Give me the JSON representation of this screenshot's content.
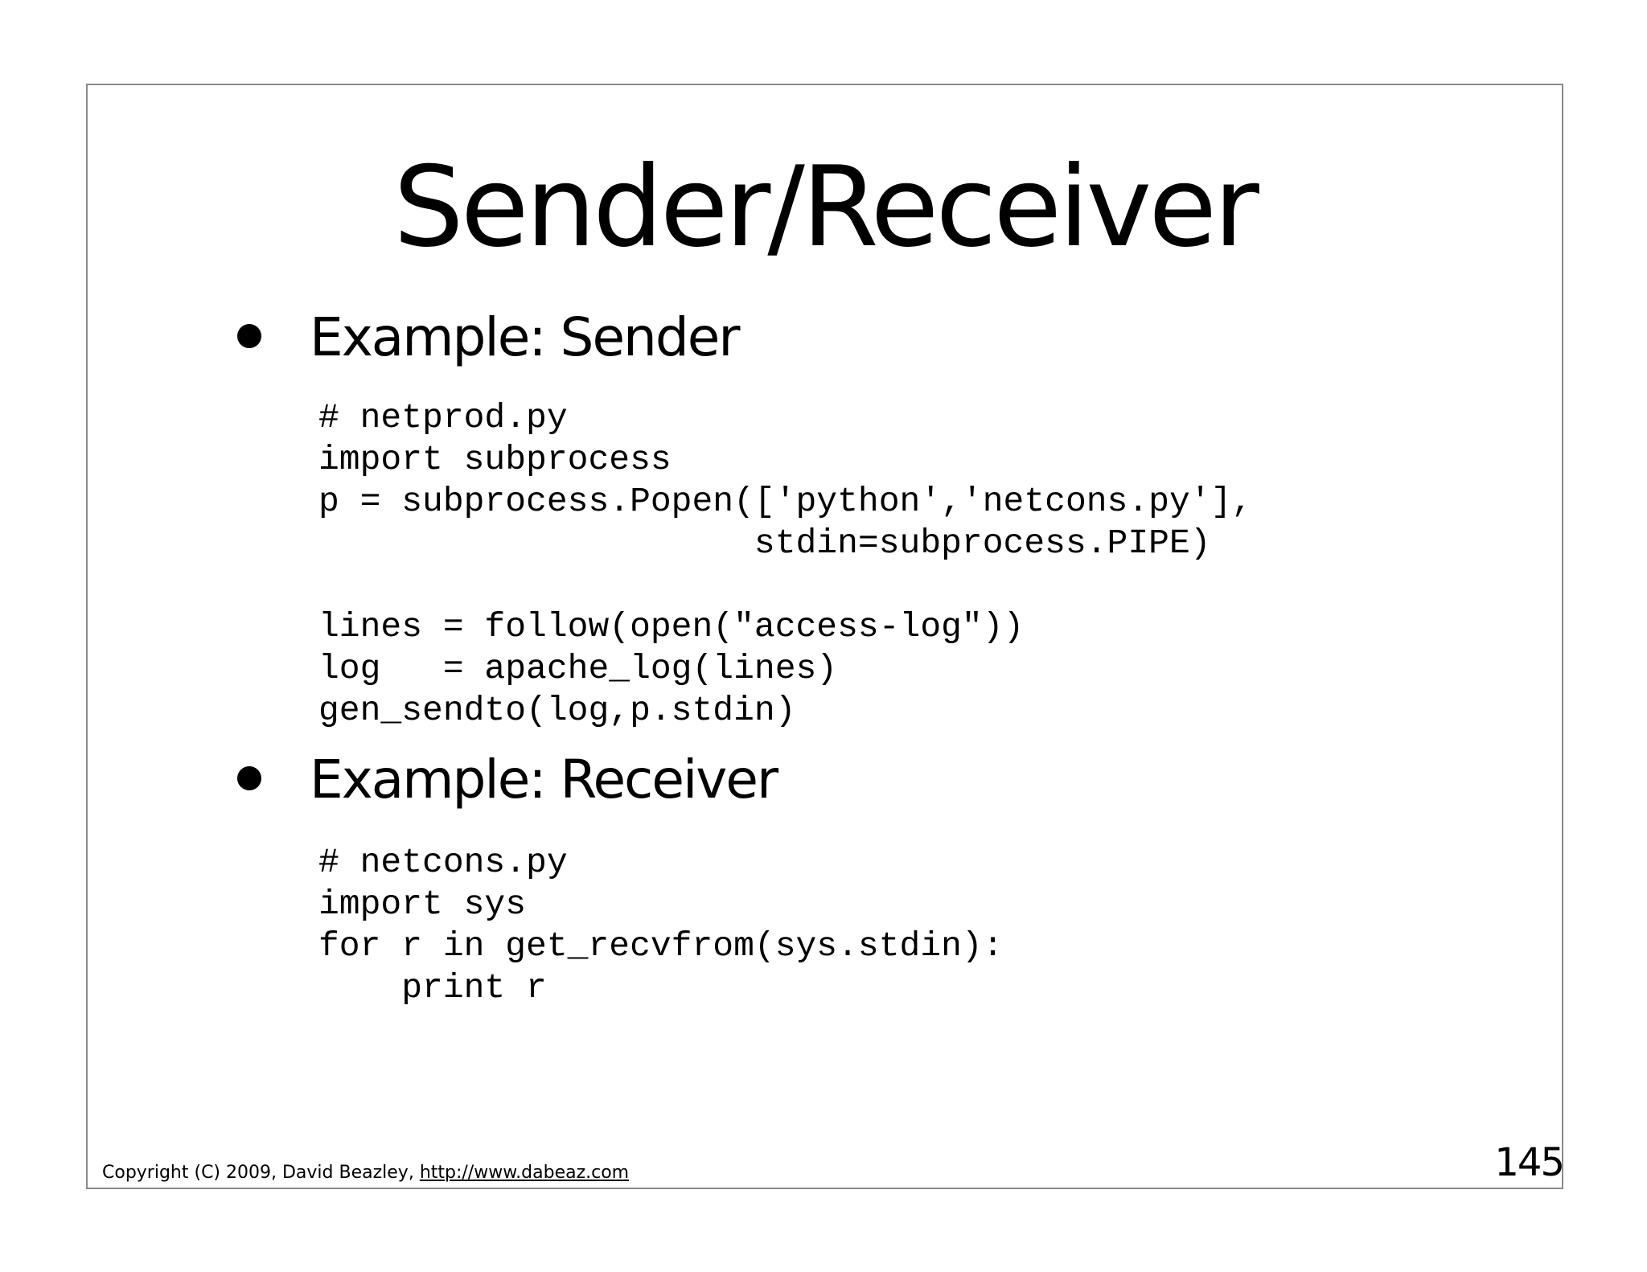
{
  "slide": {
    "title": "Sender/Receiver",
    "sections": [
      {
        "bullet": "Example:  Sender",
        "code": "# netprod.py\nimport subprocess\np = subprocess.Popen(['python','netcons.py'],\n                     stdin=subprocess.PIPE)\n\nlines = follow(open(\"access-log\"))\nlog   = apache_log(lines)\ngen_sendto(log,p.stdin)"
      },
      {
        "bullet": "Example: Receiver",
        "code": "# netcons.py\nimport sys\nfor r in get_recvfrom(sys.stdin):\n    print r"
      }
    ],
    "footer": {
      "copyright": "Copyright (C) 2009,  David Beazley, ",
      "link": "http://www.dabeaz.com"
    },
    "page_number": "145"
  }
}
